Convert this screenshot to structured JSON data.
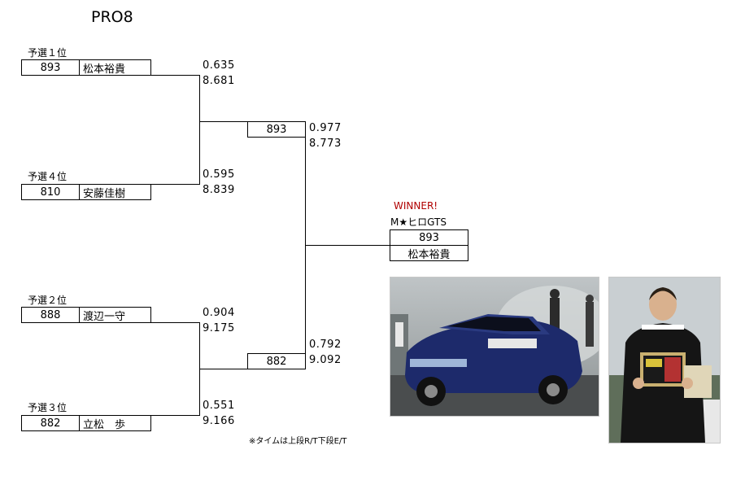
{
  "title": "PRO8",
  "round1": [
    {
      "seed": "予選１位",
      "number": "893",
      "name": "松本裕貴",
      "rt": "0.635",
      "et": "8.681"
    },
    {
      "seed": "予選４位",
      "number": "810",
      "name": "安藤佳樹",
      "rt": "0.595",
      "et": "8.839"
    },
    {
      "seed": "予選２位",
      "number": "888",
      "name": "渡辺一守",
      "rt": "0.904",
      "et": "9.175"
    },
    {
      "seed": "予選３位",
      "number": "882",
      "name": "立松　歩",
      "rt": "0.551",
      "et": "9.166"
    }
  ],
  "round2": [
    {
      "number": "893",
      "rt": "0.977",
      "et": "8.773"
    },
    {
      "number": "882",
      "rt": "0.792",
      "et": "9.092"
    }
  ],
  "final": {
    "winner_label": "WINNER!",
    "team": "M★ヒロGTS",
    "number": "893",
    "name": "松本裕貴"
  },
  "note": "※タイムは上段R/T下段E/T",
  "photos": {
    "car_icon": "race-car-photo",
    "driver_icon": "driver-trophy-photo"
  }
}
